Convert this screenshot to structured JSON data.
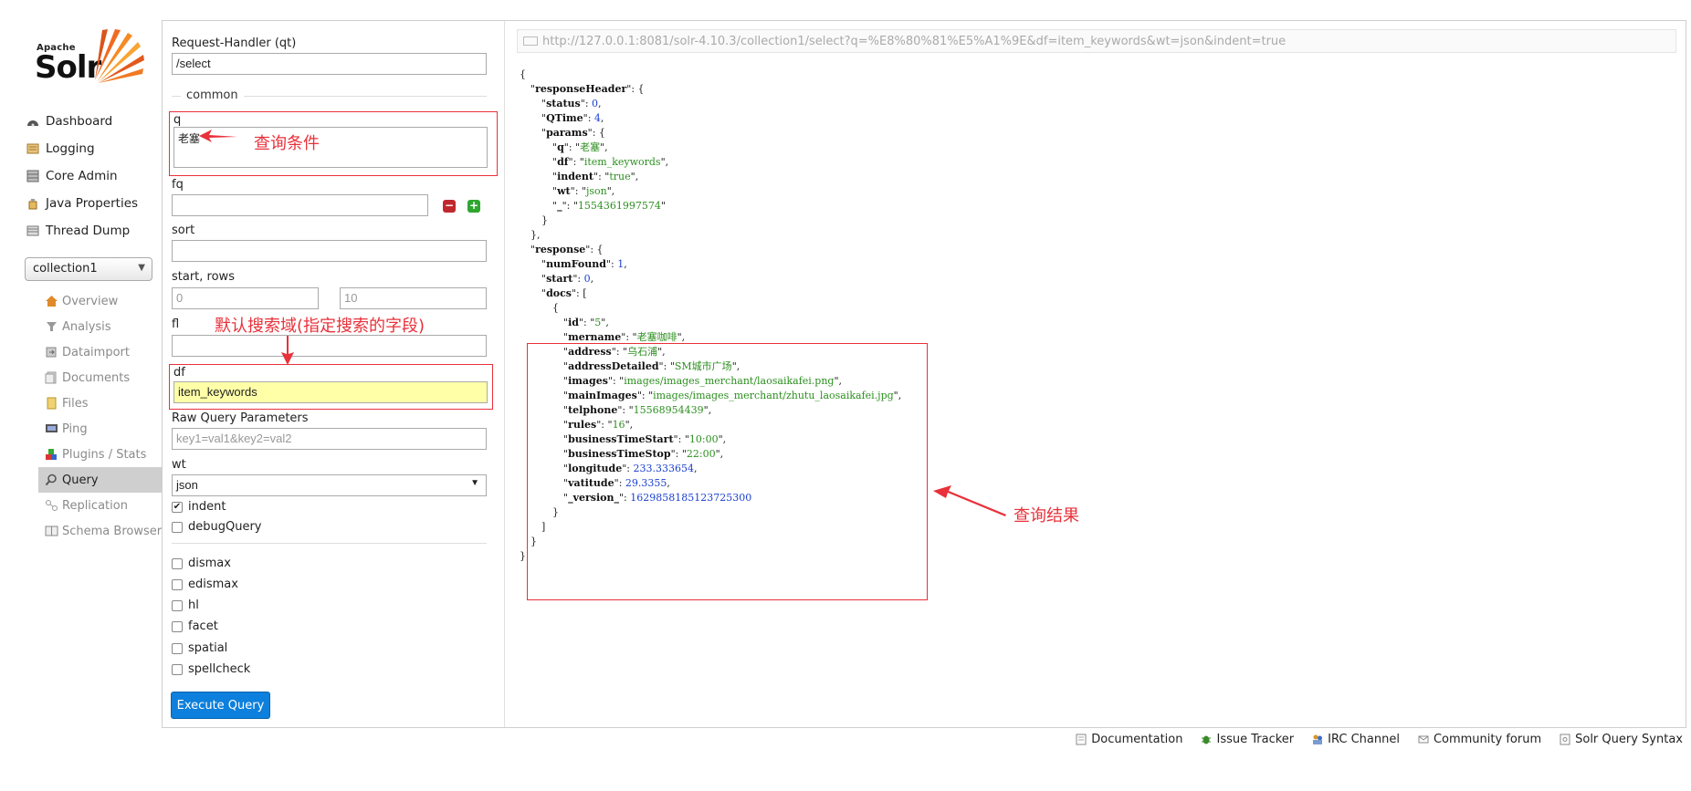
{
  "logo": {
    "apache": "Apache",
    "solr": "Solr"
  },
  "nav": [
    {
      "label": "Dashboard",
      "icon": "dashboard-icon"
    },
    {
      "label": "Logging",
      "icon": "logging-icon"
    },
    {
      "label": "Core Admin",
      "icon": "core-admin-icon"
    },
    {
      "label": "Java Properties",
      "icon": "java-properties-icon"
    },
    {
      "label": "Thread Dump",
      "icon": "thread-dump-icon"
    }
  ],
  "core_selector": {
    "value": "collection1"
  },
  "core_nav": [
    {
      "label": "Overview",
      "icon": "home-icon"
    },
    {
      "label": "Analysis",
      "icon": "filter-icon"
    },
    {
      "label": "Dataimport",
      "icon": "dataimport-icon"
    },
    {
      "label": "Documents",
      "icon": "documents-icon"
    },
    {
      "label": "Files",
      "icon": "files-icon"
    },
    {
      "label": "Ping",
      "icon": "ping-icon"
    },
    {
      "label": "Plugins / Stats",
      "icon": "plugins-icon"
    },
    {
      "label": "Query",
      "icon": "search-icon"
    },
    {
      "label": "Replication",
      "icon": "replication-icon"
    },
    {
      "label": "Schema Browser",
      "icon": "schema-icon"
    }
  ],
  "form": {
    "handler_label": "Request-Handler (qt)",
    "handler_value": "/select",
    "common_label": "common",
    "q_label": "q",
    "q_value": "老塞",
    "fq_label": "fq",
    "sort_label": "sort",
    "start_rows_label": "start, rows",
    "start_placeholder": "0",
    "rows_placeholder": "10",
    "fl_label": "fl",
    "df_label": "df",
    "df_value": "item_keywords",
    "raw_label": "Raw Query Parameters",
    "raw_placeholder": "key1=val1&key2=val2",
    "wt_label": "wt",
    "wt_value": "json",
    "indent_label": "indent",
    "debug_label": "debugQuery",
    "dismax_label": "dismax",
    "edismax_label": "edismax",
    "hl_label": "hl",
    "facet_label": "facet",
    "spatial_label": "spatial",
    "spellcheck_label": "spellcheck",
    "execute_label": "Execute Query"
  },
  "annotations": {
    "query_condition": "查询条件",
    "default_field": "默认搜索域(指定搜索的字段)",
    "query_result": "查询结果"
  },
  "result": {
    "url": "http://127.0.0.1:8081/solr-4.10.3/collection1/select?q=%E8%80%81%E5%A1%9E&df=item_keywords&wt=json&indent=true",
    "lines": [
      {
        "indent": 0,
        "text": "{"
      },
      {
        "indent": 1,
        "key": "responseHeader",
        "tail": ": {"
      },
      {
        "indent": 2,
        "key": "status",
        "num": "0",
        "tail": ","
      },
      {
        "indent": 2,
        "key": "QTime",
        "num": "4",
        "tail": ","
      },
      {
        "indent": 2,
        "key": "params",
        "tail": ": {"
      },
      {
        "indent": 3,
        "key": "q",
        "str": "老塞",
        "tail": ","
      },
      {
        "indent": 3,
        "key": "df",
        "str": "item_keywords",
        "tail": ","
      },
      {
        "indent": 3,
        "key": "indent",
        "str": "true",
        "tail": ","
      },
      {
        "indent": 3,
        "key": "wt",
        "str": "json",
        "tail": ","
      },
      {
        "indent": 3,
        "key": "_",
        "str": "1554361997574"
      },
      {
        "indent": 2,
        "text": "}"
      },
      {
        "indent": 1,
        "text": "},"
      },
      {
        "indent": 1,
        "key": "response",
        "tail": ": {"
      },
      {
        "indent": 2,
        "key": "numFound",
        "num": "1",
        "tail": ","
      },
      {
        "indent": 2,
        "key": "start",
        "num": "0",
        "tail": ","
      },
      {
        "indent": 2,
        "key": "docs",
        "tail": ": ["
      },
      {
        "indent": 3,
        "text": "{"
      },
      {
        "indent": 4,
        "key": "id",
        "str": "5",
        "tail": ","
      },
      {
        "indent": 4,
        "key": "mername",
        "str": "老塞咖啡",
        "tail": ","
      },
      {
        "indent": 4,
        "key": "address",
        "str": "乌石浦",
        "tail": ","
      },
      {
        "indent": 4,
        "key": "addressDetailed",
        "str": "SM城市广场",
        "tail": ","
      },
      {
        "indent": 4,
        "key": "images",
        "str": "images/images_merchant/laosaikafei.png",
        "tail": ","
      },
      {
        "indent": 4,
        "key": "mainImages",
        "str": "images/images_merchant/zhutu_laosaikafei.jpg",
        "tail": ","
      },
      {
        "indent": 4,
        "key": "telphone",
        "str": "15568954439",
        "tail": ","
      },
      {
        "indent": 4,
        "key": "rules",
        "str": "16",
        "tail": ","
      },
      {
        "indent": 4,
        "key": "businessTimeStart",
        "str": "10:00",
        "tail": ","
      },
      {
        "indent": 4,
        "key": "businessTimeStop",
        "str": "22:00",
        "tail": ","
      },
      {
        "indent": 4,
        "key": "longitude",
        "num": "233.333654",
        "tail": ","
      },
      {
        "indent": 4,
        "key": "vatitude",
        "num": "29.3355",
        "tail": ","
      },
      {
        "indent": 4,
        "key": "_version_",
        "num": "1629858185123725300"
      },
      {
        "indent": 3,
        "text": "}"
      },
      {
        "indent": 2,
        "text": "]"
      },
      {
        "indent": 1,
        "text": "}"
      },
      {
        "indent": 0,
        "text": "}"
      }
    ]
  },
  "footer": [
    {
      "label": "Documentation",
      "icon": "documentation-icon"
    },
    {
      "label": "Issue Tracker",
      "icon": "bug-icon"
    },
    {
      "label": "IRC Channel",
      "icon": "irc-icon"
    },
    {
      "label": "Community forum",
      "icon": "mail-icon"
    },
    {
      "label": "Solr Query Syntax",
      "icon": "query-syntax-icon"
    }
  ]
}
